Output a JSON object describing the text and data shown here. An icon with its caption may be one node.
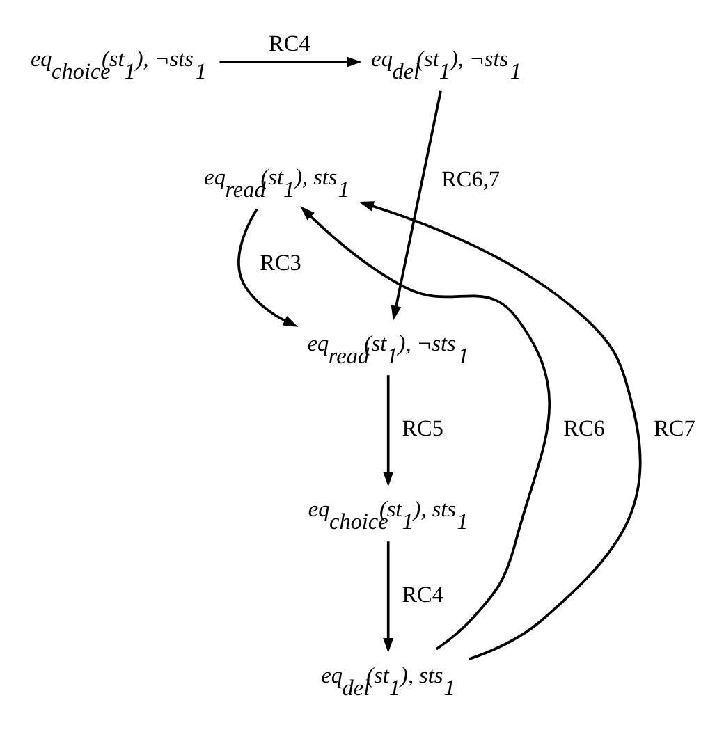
{
  "diagram": {
    "nodes": [
      {
        "text": [
          "eq$_{choice}$(st$_{1}$), ¬sts$_{1}$"
        ]
      },
      {
        "text": [
          "eq$_{del}$(st$_{1}$), ¬sts$_{1}$"
        ]
      },
      {
        "text": [
          "eq$_{read}$(st$_{1}$), sts$_{1}$"
        ]
      },
      {
        "text": [
          "eq$_{read}$(st$_{1}$), ¬sts$_{1}$"
        ]
      },
      {
        "text": [
          "eq$_{choice}$(st$_{1}$), sts$_{1}$"
        ]
      },
      {
        "text": [
          "eq$_{del}$(st$_{1}$), sts$_{1}$"
        ]
      }
    ],
    "edges": [
      {
        "from": 0,
        "to": 1,
        "arrow": "to",
        "label": "RC4"
      },
      {
        "from": 1,
        "to": 3,
        "arrow": "to",
        "label": "RC6,7"
      },
      {
        "from": 2,
        "to": 3,
        "arrow": "to",
        "label": "RC3"
      },
      {
        "from": 3,
        "to": 4,
        "arrow": "to",
        "label": "RC5"
      },
      {
        "from": 4,
        "to": 5,
        "arrow": "to",
        "label": "RC4"
      },
      {
        "from": 5,
        "to": 2,
        "arrow": "to",
        "label": "RC6"
      },
      {
        "from": 5,
        "to": 2,
        "arrow": "to",
        "label": "RC7"
      }
    ]
  }
}
